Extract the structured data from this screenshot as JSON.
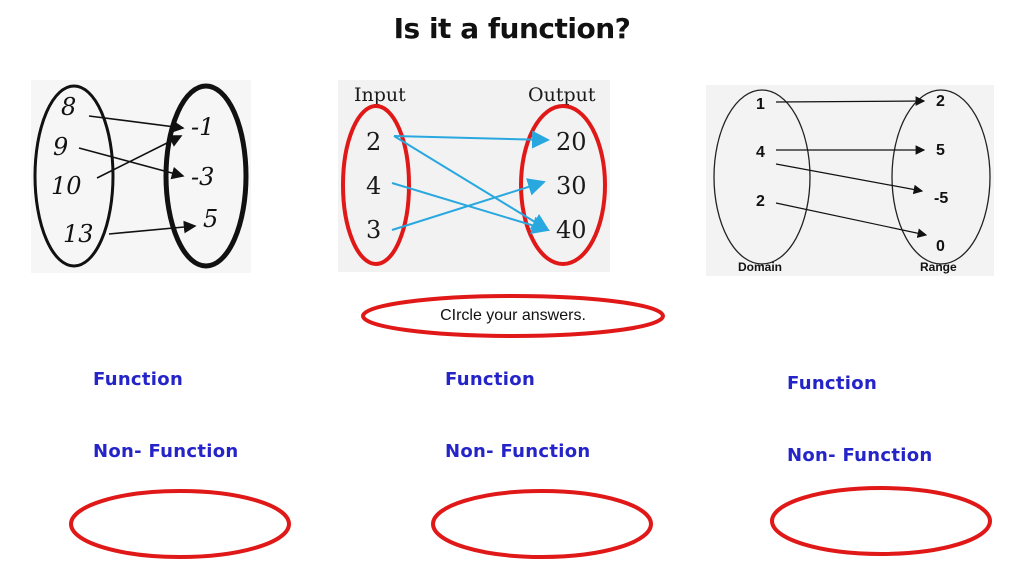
{
  "title": "Is it a function?",
  "instruction": "CIrcle your answers.",
  "colors": {
    "oval_red": "#e01818",
    "arrow_blue": "#29a8e0",
    "choice_blue": "#2424c8"
  },
  "diagram1": {
    "inputs": [
      "8",
      "9",
      "10",
      "13"
    ],
    "outputs": [
      "-1",
      "-3",
      "5"
    ]
  },
  "diagram2": {
    "input_header": "Input",
    "output_header": "Output",
    "inputs": [
      "2",
      "4",
      "3"
    ],
    "outputs": [
      "20",
      "30",
      "40"
    ]
  },
  "diagram3": {
    "inputs": [
      "1",
      "4",
      "2"
    ],
    "outputs": [
      "2",
      "5",
      "-5",
      "0"
    ],
    "domain_label": "Domain",
    "range_label": "Range"
  },
  "choices": [
    {
      "function": "Function",
      "non_function": "Non- Function"
    },
    {
      "function": "Function",
      "non_function": "Non- Function"
    },
    {
      "function": "Function",
      "non_function": "Non- Function"
    }
  ]
}
